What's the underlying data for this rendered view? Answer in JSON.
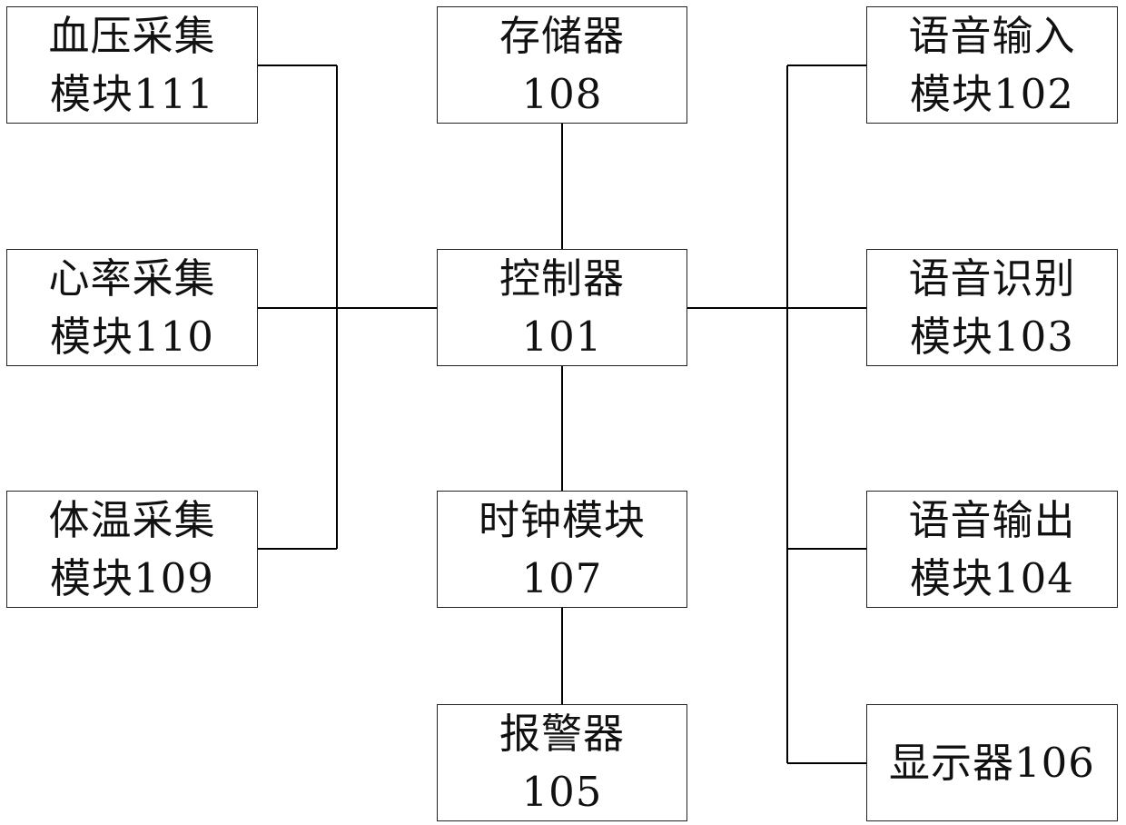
{
  "blocks": {
    "blood_pressure": {
      "line1": "血压采集",
      "line2": "模块111"
    },
    "heart_rate": {
      "line1": "心率采集",
      "line2": "模块110"
    },
    "body_temp": {
      "line1": "体温采集",
      "line2": "模块109"
    },
    "memory": {
      "line1": "存储器",
      "line2": "108"
    },
    "controller": {
      "line1": "控制器",
      "line2": "101"
    },
    "clock": {
      "line1": "时钟模块",
      "line2": "107"
    },
    "alarm": {
      "line1": "报警器",
      "line2": "105"
    },
    "voice_input": {
      "line1": "语音输入",
      "line2": "模块102"
    },
    "voice_recog": {
      "line1": "语音识别",
      "line2": "模块103"
    },
    "voice_output": {
      "line1": "语音输出",
      "line2": "模块104"
    },
    "display": {
      "line1": "显示器106"
    }
  },
  "connections": [
    [
      "blood_pressure",
      "controller"
    ],
    [
      "heart_rate",
      "controller"
    ],
    [
      "body_temp",
      "controller"
    ],
    [
      "memory",
      "controller"
    ],
    [
      "controller",
      "clock"
    ],
    [
      "clock",
      "alarm"
    ],
    [
      "controller",
      "voice_input"
    ],
    [
      "controller",
      "voice_recog"
    ],
    [
      "controller",
      "voice_output"
    ],
    [
      "controller",
      "display"
    ]
  ]
}
